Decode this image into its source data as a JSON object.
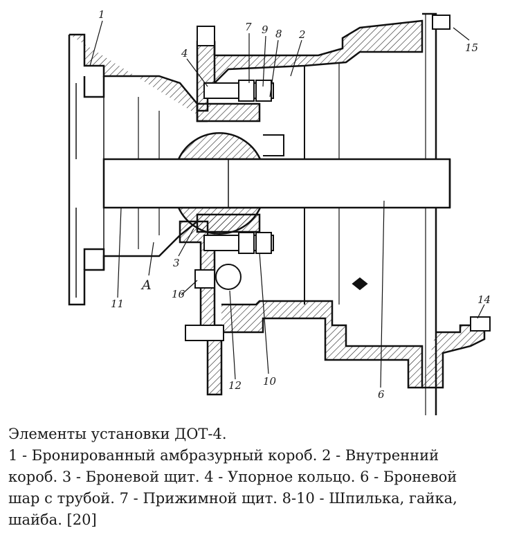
{
  "figure": {
    "labels": {
      "l1": "1",
      "l2": "2",
      "l3": "3",
      "l4": "4",
      "l6": "6",
      "l7": "7",
      "l8": "8",
      "l9": "9",
      "l10": "10",
      "l11": "11",
      "l12": "12",
      "l14": "14",
      "l15": "15",
      "l16": "16",
      "lA": "A"
    }
  },
  "caption": {
    "line1": "Элементы установки ДОТ-4.",
    "line2": " 1 - Бронированный амбразурный короб. 2 - Внутренний",
    "line3": "короб. 3 - Броневой щит. 4 - Упорное кольцо. 6 - Броневой",
    "line4": "шар с трубой. 7 - Прижимной щит.  8-10 - Шпилька, гайка,",
    "line5": "шайба. [20]"
  }
}
